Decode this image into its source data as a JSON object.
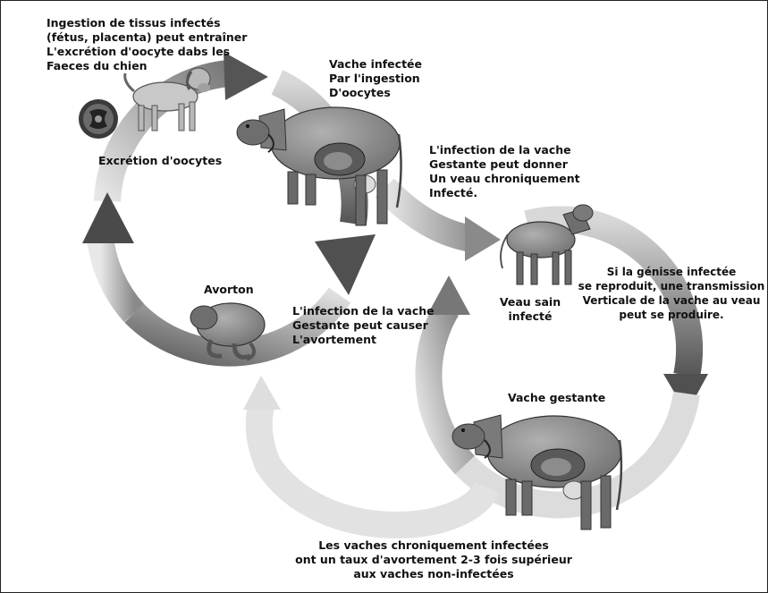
{
  "labels": {
    "dog_ingestion": "Ingestion de tissus infectés\n(fétus, placenta) peut entraîner\nL'excrétion d'oocyte dabs les\nFaeces du chien",
    "cow_infected": "Vache infectée\nPar l'ingestion\nD'oocytes",
    "excretion": "Excrétion d'oocytes",
    "gestant_calf": "L'infection de la vache\nGestante peut donner\nUn veau chroniquement\nInfecté.",
    "abortion_label": "Avorton",
    "gestant_abortion": "L'infection de la vache\nGestante peut causer\nL'avortement",
    "healthy_calf": "Veau sain\ninfecté",
    "heifer": "Si la génisse infectée\nse reproduit, une transmission\nVerticale de la vache au veau\npeut se produire.",
    "pregnant_cow": "Vache gestante",
    "chronic": "Les vaches chroniquement infectées\nont un taux d'avortement 2-3 fois supérieur\naux vaches non-infectées"
  },
  "colors": {
    "arrow_light": "#d9d9d9",
    "arrow_dark": "#4a4a4a",
    "animal_body": "#8a8a8a",
    "animal_dark": "#3a3a3a"
  },
  "icons": [
    "oocyst-icon",
    "dog-icon",
    "infected-cow-icon",
    "aborted-fetus-icon",
    "calf-icon",
    "pregnant-cow-icon"
  ]
}
